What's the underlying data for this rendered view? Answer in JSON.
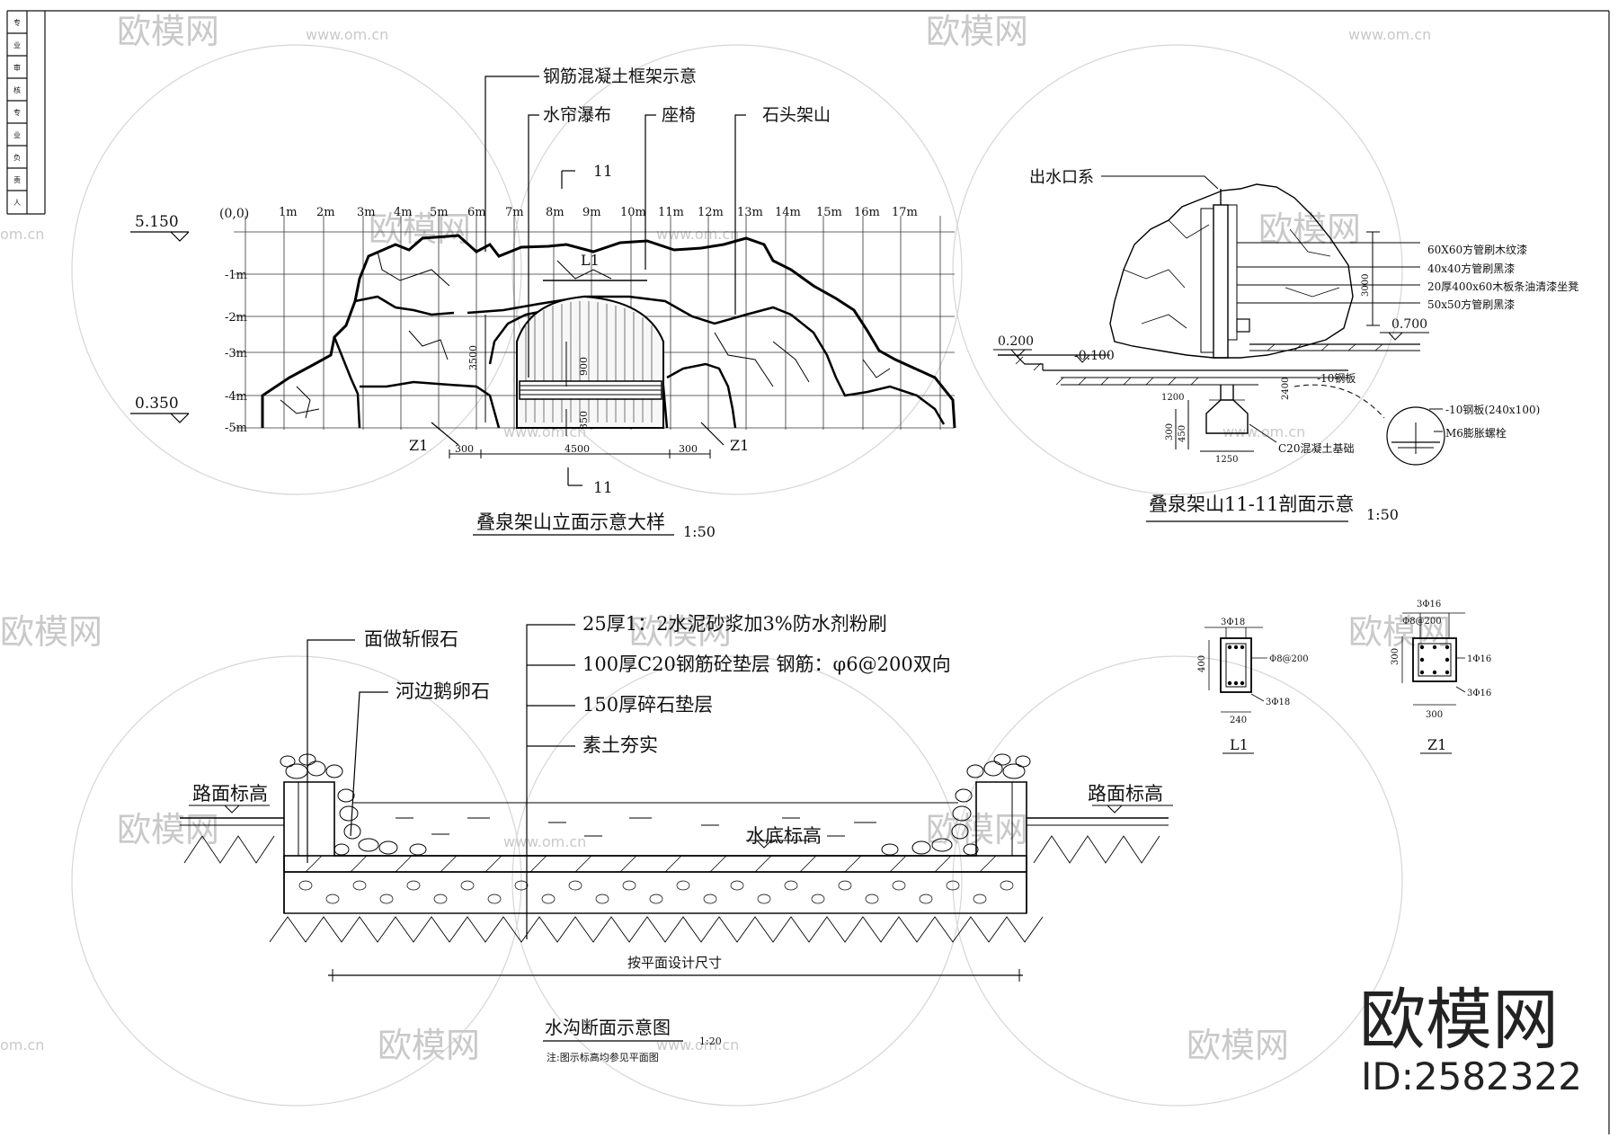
{
  "colors": {
    "line": "#111111",
    "watermark": "#c9c9c9",
    "background": "#ffffff"
  },
  "watermark": {
    "brand": "欧模网",
    "site": "www.om.cn",
    "site_short": "om.cn"
  },
  "brand": {
    "logo": "欧模网",
    "id": "ID:2582322"
  },
  "title_block": {
    "rows": [
      "专",
      "业",
      "审",
      "核",
      "专",
      "业",
      "负",
      "责",
      "人"
    ]
  },
  "elevation": {
    "title": "叠泉架山立面示意大样",
    "scale": "1:50",
    "origin": "(0,0)",
    "x_ticks": [
      "1m",
      "2m",
      "3m",
      "4m",
      "5m",
      "6m",
      "7m",
      "8m",
      "9m",
      "10m",
      "11m",
      "12m",
      "13m",
      "14m",
      "15m",
      "16m",
      "17m"
    ],
    "y_ticks": [
      "-1m",
      "-2m",
      "-3m",
      "-4m",
      "-5m"
    ],
    "level_top": "5.150",
    "level_bottom": "0.350",
    "labels": {
      "frame": "钢筋混凝土框架示意",
      "curtain": "水帘瀑布",
      "bench": "座椅",
      "rock": "石头架山",
      "section_mark": "11",
      "beam": "L1",
      "col_left": "Z1",
      "col_right": "Z1"
    },
    "dims": {
      "h3500": "3500",
      "h900": "900",
      "h350": "350",
      "w300a": "300",
      "w4500": "4500",
      "w300b": "300"
    }
  },
  "section": {
    "title": "叠泉架山11-11剖面示意",
    "scale": "1:50",
    "labels": {
      "outlet": "出水口系",
      "tube60": "60X60方管刷木纹漆",
      "tube40": "40x40方管刷黑漆",
      "plank": "20厚400x60木板条油清漆坐凳",
      "tube50": "50x50方管刷黑漆",
      "steel10": "-10钢板",
      "plate": "-10钢板(240x100)",
      "bolt": "M6膨胀螺栓",
      "footing": "C20混凝土基础"
    },
    "levels": {
      "left": "0.200",
      "mid": "-0.100",
      "right": "0.700"
    },
    "dims": {
      "h3000": "3000",
      "w1200": "1200",
      "h2400": "2400",
      "h450": "450",
      "h300": "300",
      "w1250": "1250"
    }
  },
  "beam_L1": {
    "name": "L1",
    "top": "3Φ18",
    "bottom": "3Φ18",
    "stirrup": "Φ8@200",
    "height": "400",
    "width": "240"
  },
  "col_Z1": {
    "name": "Z1",
    "top": "3Φ16",
    "bottom": "3Φ16",
    "stirrup": "Φ8@200",
    "side": "1Φ16",
    "height": "300",
    "width": "300"
  },
  "ditch": {
    "title": "水沟断面示意图",
    "scale": "1:20",
    "note": "注:图示标高均参见平面图",
    "labels": {
      "stone_top": "面做斩假石",
      "pebble": "河边鹅卵石",
      "road_left": "路面标高",
      "road_right": "路面标高",
      "water_bottom": "水底标高",
      "dimension": "按平面设计尺寸"
    },
    "layers": [
      "25厚1：2水泥砂浆加3%防水剂粉刷",
      "100厚C20钢筋砼垫层 钢筋：φ6@200双向",
      "150厚碎石垫层",
      "素土夯实"
    ]
  }
}
